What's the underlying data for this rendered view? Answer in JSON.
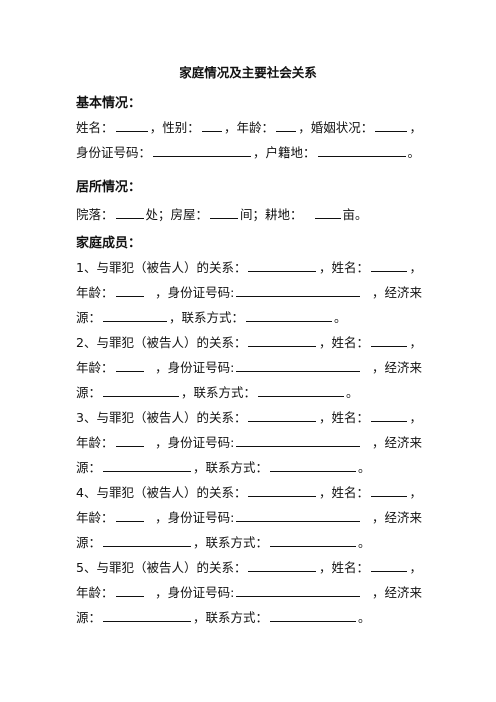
{
  "title": "家庭情况及主要社会关系",
  "basic": {
    "heading": "基本情况：",
    "name_label": "姓名：",
    "gender_label": "，性别：",
    "age_label": "，年龄：",
    "marital_label": "，婚姻状况：",
    "comma": "，",
    "id_label": "身份证号码：",
    "hukou_label": "，户籍地：",
    "end": "。"
  },
  "residence": {
    "heading": "居所情况：",
    "yard_label": "院落：",
    "yard_unit": "处；房屋：",
    "house_unit": "间；耕地：",
    "land_unit": "亩。"
  },
  "family": {
    "heading": "家庭成员：",
    "relation_label": "与罪犯（被告人）的关系：",
    "name_label": "，姓名：",
    "comma": "，",
    "age_label": "年龄：",
    "id_label": "，身份证号码:",
    "econ_label": "，经济来",
    "econ_tail": "源：",
    "contact_label": "，联系方式：",
    "end": "。",
    "members": [
      {
        "no": "1、"
      },
      {
        "no": "2、"
      },
      {
        "no": "3、"
      },
      {
        "no": "4、"
      },
      {
        "no": "5、"
      }
    ]
  }
}
